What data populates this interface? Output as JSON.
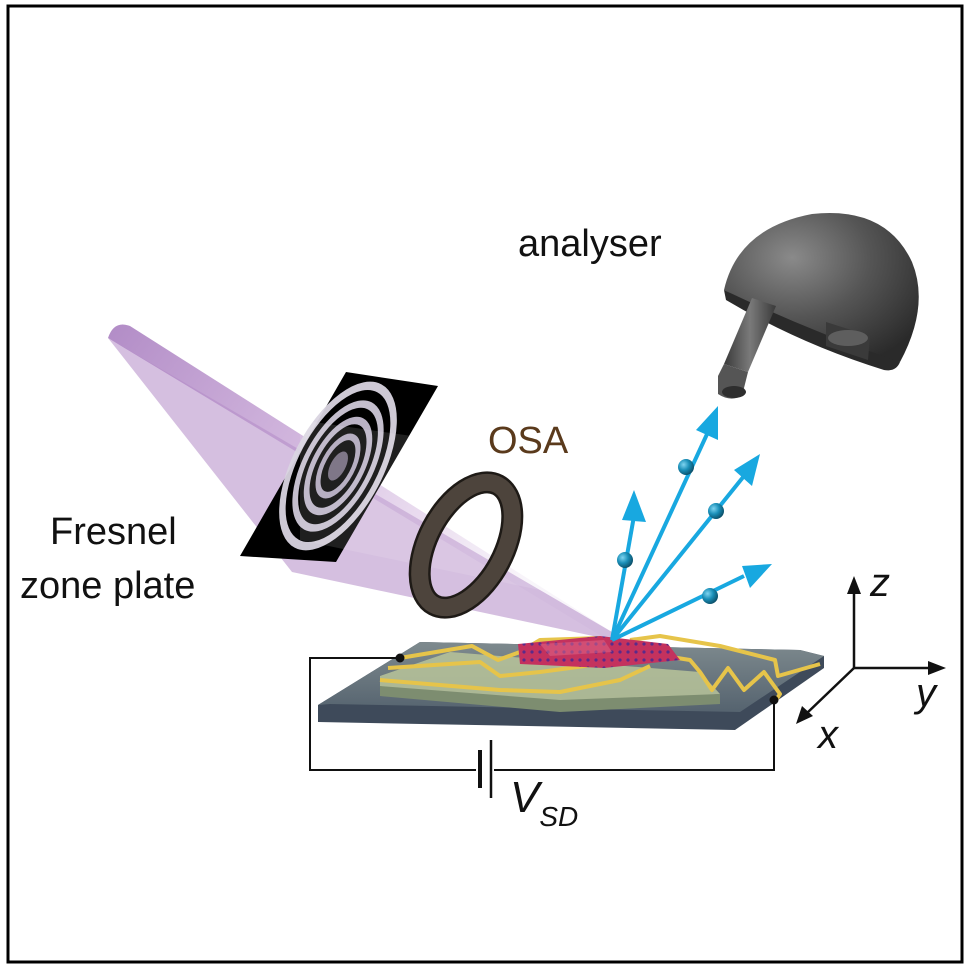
{
  "labels": {
    "analyser": "analyser",
    "osa": "OSA",
    "fresnel_line1": "Fresnel",
    "fresnel_line2": "zone plate",
    "voltage_main": "V",
    "voltage_sub": "SD",
    "axis_z": "z",
    "axis_y": "y",
    "axis_x": "x"
  },
  "colors": {
    "frame": "#000000",
    "beam": "#b58fc8",
    "osa_label": "#5a3a1c",
    "osa_ring": "#4a4038",
    "photoelectron_arrow": "#18a8e0",
    "electron_sphere": "#1a7fa8",
    "analyser_body": "#4c4c4c",
    "substrate": "#5a6b80",
    "electrode_gold": "#e6c44a",
    "sample": "#c0305a",
    "wire": "#111111"
  },
  "icons": {
    "zone_plate": "fresnel-zone-plate-icon",
    "aperture": "order-sorting-aperture-icon",
    "analyser": "hemispherical-analyser-icon",
    "battery": "battery-icon"
  }
}
